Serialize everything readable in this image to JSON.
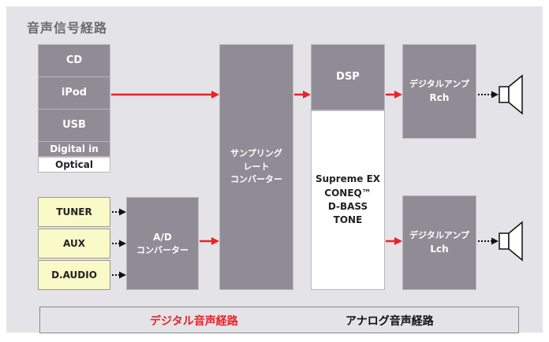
{
  "title": "音声信号経路",
  "sources_digital": [
    "CD",
    "iPod",
    "USB",
    "Digital in",
    "Optical"
  ],
  "sources_analog": [
    "TUNER",
    "AUX",
    "D.AUDIO"
  ],
  "ad_converter": {
    "line1": "A/D",
    "line2": "コンバーター"
  },
  "src": {
    "line1": "サンプリング",
    "line2": "レート",
    "line3": "コンバーター"
  },
  "dsp": "DSP",
  "dsp_features": [
    "Supreme EX",
    "CONEQ™",
    "D-BASS",
    "TONE"
  ],
  "amp_r": {
    "line1": "デジタルアンプ",
    "line2": "Rch"
  },
  "amp_l": {
    "line1": "デジタルアンプ",
    "line2": "Lch"
  },
  "legend": {
    "digital": "デジタル音声経路",
    "analog": "アナログ音声経路"
  },
  "colors": {
    "digital_path": "#e8232a",
    "box_gray": "#8f8c95",
    "analog_box": "#fafac8",
    "panel": "#e4e3e8"
  }
}
